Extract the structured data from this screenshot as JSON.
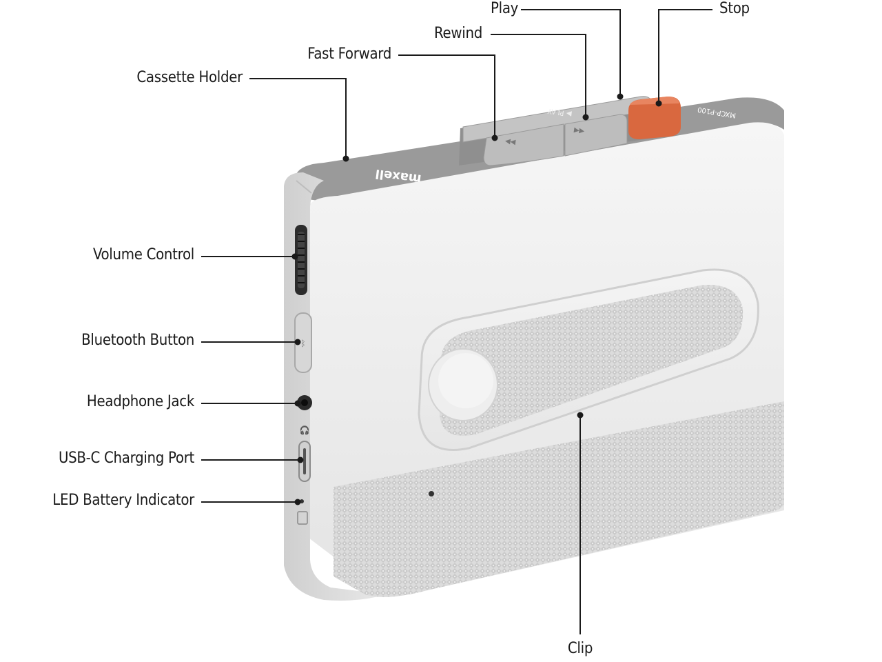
{
  "labels": {
    "play": "Play",
    "stop": "Stop",
    "rewind": "Rewind",
    "fast_forward": "Fast Forward",
    "cassette_holder": "Cassette Holder",
    "volume_control": "Volume Control",
    "bluetooth_button": "Bluetooth Button",
    "headphone_jack": "Headphone Jack",
    "usb_c_port": "USB-C Charging Port",
    "led_indicator": "LED Battery Indicator",
    "clip": "Clip"
  },
  "device": {
    "brand": "maxell",
    "model": "MXCP-P100",
    "play_marking": "▶ PLAY",
    "colors": {
      "body": "#e8e8e8",
      "top_band": "#9a9a9a",
      "stop_button": "#d9683f",
      "buttons": "#b9b9b9"
    }
  }
}
